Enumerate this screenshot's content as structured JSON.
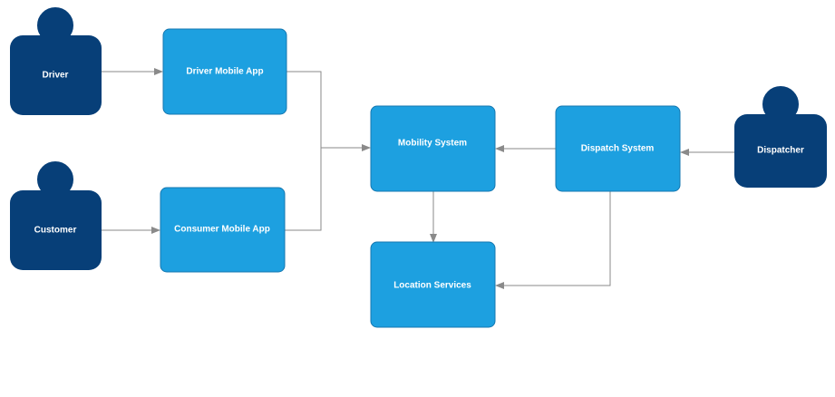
{
  "colors": {
    "person": "#073f78",
    "system": "#1da0e0",
    "system_border": "#1577b0",
    "connector": "#8a8a8a"
  },
  "nodes": {
    "driver": {
      "label": "Driver",
      "kind": "person-icon"
    },
    "customer": {
      "label": "Customer",
      "kind": "person-icon"
    },
    "dispatcher": {
      "label": "Dispatcher",
      "kind": "person-icon"
    },
    "driver_app": {
      "label": "Driver Mobile App",
      "kind": "system"
    },
    "consumer_app": {
      "label": "Consumer Mobile App",
      "kind": "system"
    },
    "mobility_system": {
      "label": "Mobility System",
      "kind": "system"
    },
    "dispatch_system": {
      "label": "Dispatch System",
      "kind": "system"
    },
    "location_services": {
      "label": "Location Services",
      "kind": "system"
    }
  },
  "edges": [
    {
      "from": "driver",
      "to": "driver_app"
    },
    {
      "from": "customer",
      "to": "consumer_app"
    },
    {
      "from": "driver_app",
      "to": "mobility_system"
    },
    {
      "from": "consumer_app",
      "to": "mobility_system"
    },
    {
      "from": "dispatch_system",
      "to": "mobility_system"
    },
    {
      "from": "dispatcher",
      "to": "dispatch_system"
    },
    {
      "from": "mobility_system",
      "to": "location_services"
    },
    {
      "from": "dispatch_system",
      "to": "location_services"
    }
  ]
}
